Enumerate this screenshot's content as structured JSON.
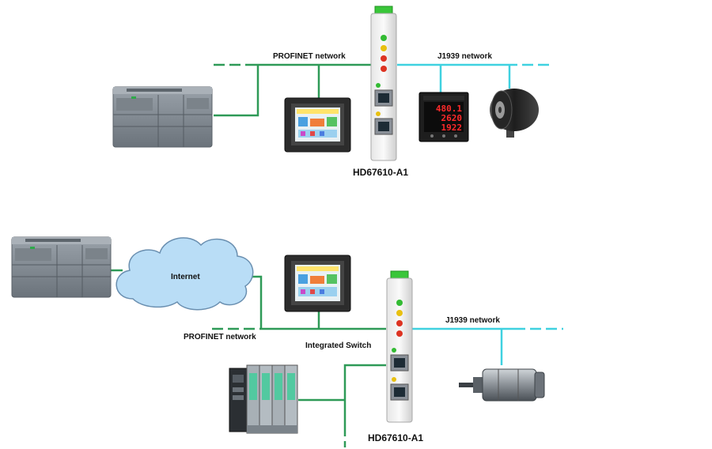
{
  "diagram1": {
    "profinet_label": "PROFINET network",
    "j1939_label": "J1939 network",
    "gateway_label": "HD67610-A1",
    "meter_readings": [
      "480.1",
      "2620",
      "1922"
    ]
  },
  "diagram2": {
    "internet_label": "Internet",
    "profinet_label": "PROFINET network",
    "switch_label": "Integrated Switch",
    "j1939_label": "J1939 network",
    "gateway_label": "HD67610-A1"
  },
  "colors": {
    "profinet_line": "#2e9a57",
    "j1939_line": "#3fd1e0",
    "cloud_fill": "#b9ddf6",
    "cloud_stroke": "#6a8fb0",
    "gateway_led_green": "#33bb33",
    "gateway_led_yellow": "#e8c010",
    "gateway_led_red": "#dd3322"
  },
  "icons": [
    "plc-device",
    "hmi-panel",
    "gateway-module",
    "digital-meter",
    "rotary-encoder",
    "internet-cloud",
    "remote-io-rack",
    "cylindrical-sensor"
  ]
}
